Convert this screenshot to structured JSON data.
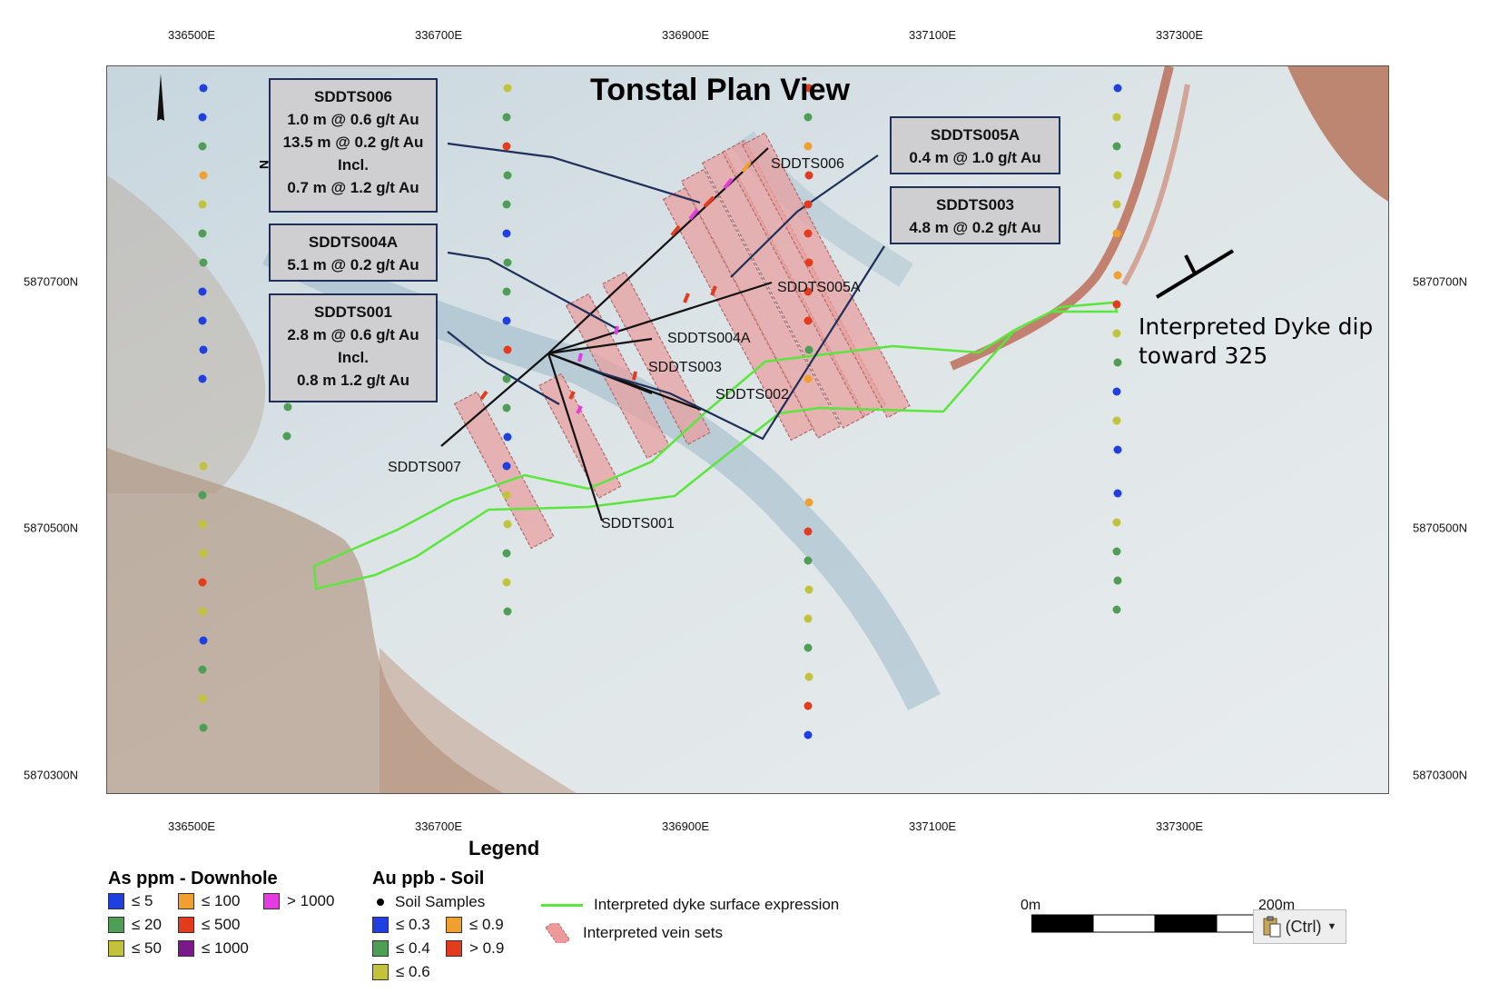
{
  "map": {
    "title": "Tonstal Plan View",
    "north_label": "N",
    "dyke_dip_label": [
      "Interpreted Dyke dip",
      "toward 325"
    ],
    "easting_labels": [
      "336500E",
      "336700E",
      "336900E",
      "337100E",
      "337300E"
    ],
    "northing_labels": [
      "5870700N",
      "5870500N",
      "5870300N"
    ],
    "drillholes": [
      "SDDTS006",
      "SDDTS005A",
      "SDDTS004A",
      "SDDTS003",
      "SDDTS002",
      "SDDTS007",
      "SDDTS001"
    ],
    "callouts": [
      {
        "hole": "SDDTS006",
        "lines": [
          "SDDTS006",
          "1.0 m @ 0.6 g/t Au",
          "13.5 m @ 0.2 g/t Au",
          "Incl.",
          "0.7 m @ 1.2 g/t Au"
        ]
      },
      {
        "hole": "SDDTS004A",
        "lines": [
          "SDDTS004A",
          "5.1 m @ 0.2 g/t Au"
        ]
      },
      {
        "hole": "SDDTS001",
        "lines": [
          "SDDTS001",
          "2.8 m @ 0.6 g/t Au",
          "Incl.",
          "0.8 m 1.2 g/t Au"
        ]
      },
      {
        "hole": "SDDTS005A",
        "lines": [
          "SDDTS005A",
          "0.4 m @ 1.0 g/t Au"
        ]
      },
      {
        "hole": "SDDTS003",
        "lines": [
          "SDDTS003",
          "4.8 m @ 0.2 g/t Au"
        ]
      }
    ],
    "colors": {
      "soil_blue": "#1f3fe0",
      "soil_green": "#4f9e56",
      "soil_yellow": "#c2c33a",
      "soil_orange": "#f0a030",
      "soil_red": "#e33b1e",
      "dyke_outline": "#5ae63c",
      "vein_fill": "#e89a9a",
      "callout_border": "#1e2f5a"
    }
  },
  "legend": {
    "title": "Legend",
    "as_title": "As ppm - Downhole",
    "as_items": [
      {
        "label": "≤ 5",
        "color": "#1f3fe0"
      },
      {
        "label": "≤ 100",
        "color": "#f0a030"
      },
      {
        "label": "> 1000",
        "color": "#e43ce0"
      },
      {
        "label": "≤ 20",
        "color": "#4f9e56"
      },
      {
        "label": "≤ 500",
        "color": "#e33b1e"
      },
      {
        "label": "≤ 50",
        "color": "#c2c33a"
      },
      {
        "label": "≤ 1000",
        "color": "#7a1a8a"
      }
    ],
    "au_title": "Au ppb - Soil",
    "soil_samples_label": "Soil Samples",
    "au_items": [
      {
        "label": "≤ 0.3",
        "color": "#1f3fe0"
      },
      {
        "label": "≤ 0.9",
        "color": "#f0a030"
      },
      {
        "label": "≤ 0.4",
        "color": "#4f9e56"
      },
      {
        "label": "> 0.9",
        "color": "#e33b1e"
      },
      {
        "label": "≤ 0.6",
        "color": "#c2c33a"
      }
    ],
    "dyke_label": "Interpreted dyke surface expression",
    "vein_label": "Interpreted vein sets"
  },
  "scale": {
    "start": "0m",
    "end": "200m"
  },
  "paste_button": {
    "label": "(Ctrl)",
    "icon": "clipboard-icon"
  }
}
